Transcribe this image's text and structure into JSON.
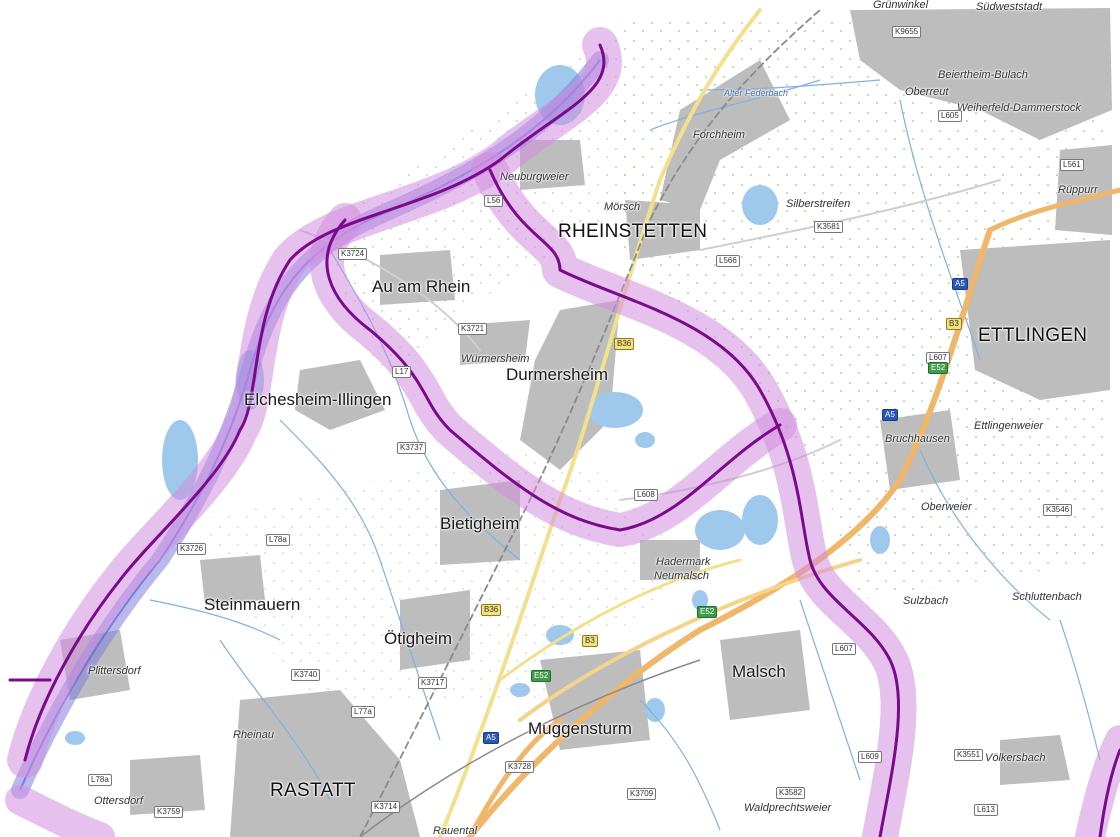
{
  "map": {
    "colors": {
      "background": "#ffffff",
      "settlement": "#bdbdbd",
      "water": "#9ec8ec",
      "rhine_overlay": "#7f7fe0",
      "corridor_band": "#d28ee0",
      "corridor_line": "#7a0a8a",
      "motorway": "#f0b66a",
      "main_road": "#f3e08c",
      "railway": "#8a8a8a"
    },
    "places": {
      "rheinstetten": "RHEINSTETTEN",
      "ettlingen": "ETTLINGEN",
      "rastatt": "RASTATT",
      "au_am_rhein": "Au am Rhein",
      "durmersheim": "Durmersheim",
      "elchesheim": "Elchesheim-Illingen",
      "bietigheim": "Bietigheim",
      "steinmauern": "Steinmauern",
      "oetigheim": "Ötigheim",
      "malsch": "Malsch",
      "muggensturm": "Muggensturm",
      "forchheim": "Forchheim",
      "neuburgweier": "Neuburgweier",
      "moersch": "Mörsch",
      "silberstreifen": "Silberstreifen",
      "wuermersheim": "Würmersheim",
      "bruchhausen": "Bruchhausen",
      "ettlingenweier": "Ettlingenweier",
      "oberweier": "Oberweier",
      "sulzbach": "Sulzbach",
      "schluttenbach": "Schluttenbach",
      "hadermark": "Hadermark",
      "neumalsch": "Neumalsch",
      "volkersbach": "Völkersbach",
      "waldprechtsweier": "Waldprechtsweier",
      "plittersdorf": "Plittersdorf",
      "rheinau": "Rheinau",
      "ottersdorf": "Ottersdorf",
      "rauental": "Rauental",
      "beiertheim": "Beiertheim-Bulach",
      "oberreut": "Oberreut",
      "weiherfeld": "Weiherfeld-Dammerstock",
      "suedweststadt": "Südweststadt",
      "gruenwinkel": "Grünwinkel",
      "rueppurr": "Rüppurr",
      "alter_federbach": "Alter Federbach"
    },
    "roads": {
      "k3724": "K3724",
      "k3721": "K3721",
      "k3737": "K3737",
      "k3726": "K3726",
      "k3740": "K3740",
      "k3717": "K3717",
      "k3728": "K3728",
      "k3709": "K3709",
      "k3714": "K3714",
      "k3759": "K3759",
      "k3581": "K3581",
      "k3582": "K3582",
      "k3551": "K3551",
      "k3546": "K3546",
      "k9655": "K9655",
      "l566": "L566",
      "l608": "L608",
      "l607": "L607",
      "l607b": "L607",
      "l605": "L605",
      "l561": "L561",
      "l613": "L613",
      "l609": "L609",
      "l78a": "L78a",
      "l78a2": "L78a",
      "l77a": "L77a",
      "l17x": "L17",
      "l56x": "L56",
      "b3a": "B3",
      "b3b": "B3",
      "b36a": "B36",
      "b36b": "B36",
      "a5a": "A5",
      "a5b": "A5",
      "a5c": "A5",
      "e52a": "E52",
      "e52b": "E52",
      "e52c": "E52"
    }
  }
}
